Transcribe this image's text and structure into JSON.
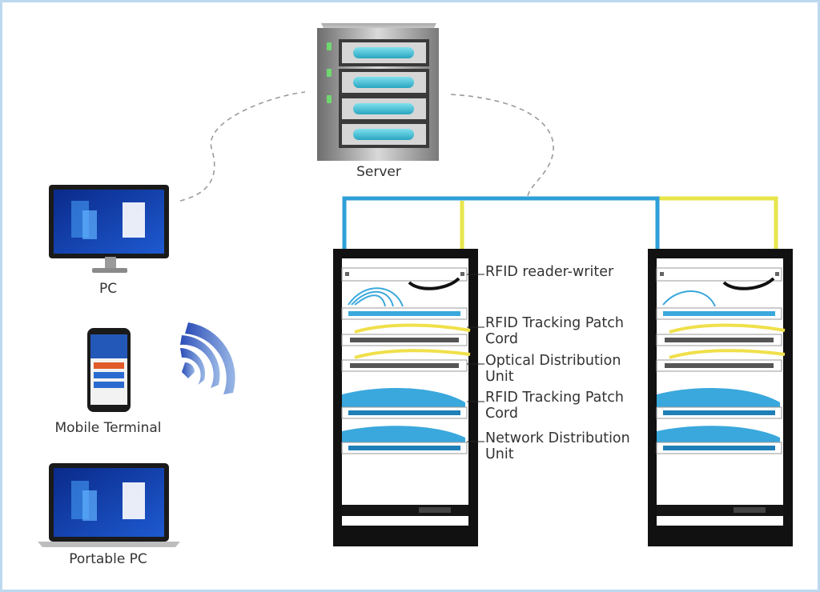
{
  "devices": {
    "server": "Server",
    "pc": "PC",
    "mobile": "Mobile Terminal",
    "laptop": "Portable PC"
  },
  "rack_labels": {
    "rfid_reader": "RFID reader-writer",
    "rfid_patch_1_a": "RFID Tracking Patch",
    "rfid_patch_1_b": "Cord",
    "odu_a": "Optical Distribution",
    "odu_b": "Unit",
    "rfid_patch_2_a": "RFID Tracking Patch",
    "rfid_patch_2_b": "Cord",
    "ndu_a": "Network Distribution",
    "ndu_b": "Unit"
  },
  "colors": {
    "blue_cable": "#2f9fd8",
    "yellow_cable": "#e6e64a",
    "rack": "#111111",
    "fiber_blue": "#3aa8dc",
    "fiber_yellow": "#f0e04a",
    "frame_border": "#bcd9f0"
  }
}
